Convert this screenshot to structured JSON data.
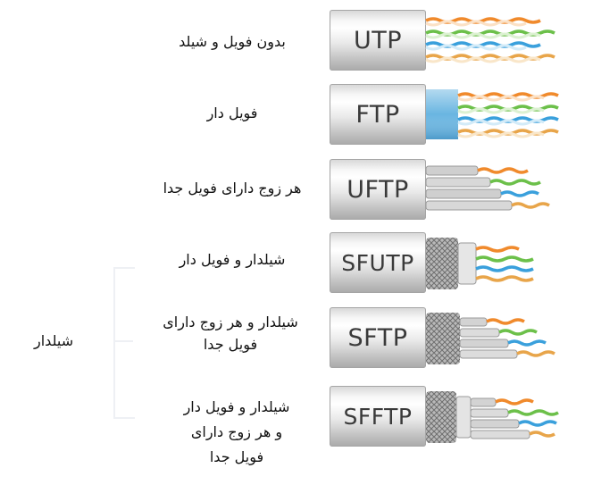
{
  "rows": [
    {
      "type": "UTP",
      "description_lines": [
        "بدون فویل و شیلد"
      ]
    },
    {
      "type": "FTP",
      "description_lines": [
        "فویل دار"
      ]
    },
    {
      "type": "UFTP",
      "description_lines": [
        "هر زوج دارای فویل جدا"
      ]
    },
    {
      "type": "SFUTP",
      "description_lines": [
        "شیلدار و فویل دار"
      ]
    },
    {
      "type": "SFTP",
      "description_lines": [
        "شیلدار و هر زوج دارای",
        "فویل جدا"
      ]
    },
    {
      "type": "SFFTP",
      "description_lines": [
        "شیلدار و فویل دار",
        "و هر زوج دارای",
        "فویل جدا"
      ]
    }
  ],
  "group": {
    "label": "شیلدار"
  },
  "colors": {
    "pair_orange": "#f08a2c",
    "pair_green": "#6cc04a",
    "pair_blue": "#3aa0dc",
    "pair_brown": "#e8a54a",
    "foil_blue": "#4fa8dc",
    "braid": "#8a8a8a",
    "bracket": "#eef0f4"
  }
}
